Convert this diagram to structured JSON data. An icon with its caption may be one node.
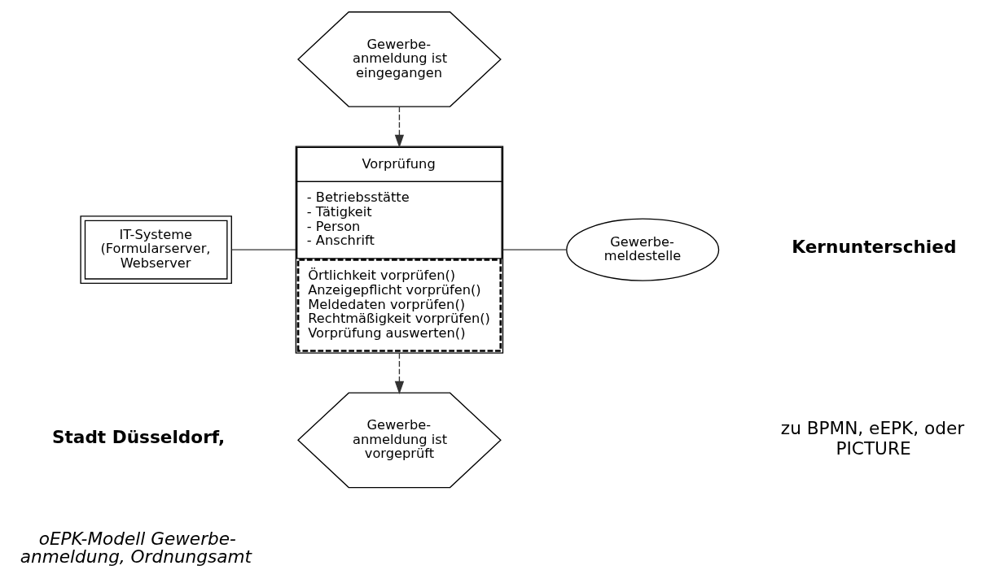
{
  "diagram": {
    "nodes": [
      {
        "text": [
          "Gewerbe- anmeldung ist eingegangen"
        ]
      },
      {
        "text": [
          "IT-Systeme (Formularserver, Webserver"
        ]
      },
      {
        "text": [
          "Vorprüfung",
          "- Betriebsstätte",
          "- Tätigkeit",
          "- Person",
          "- Anschrift",
          "Örtlichkeit vorprüfen()",
          "Anzeigepflicht vorprüfen()",
          "Meldedaten vorprüfen()",
          "Rechtmäßigkeit vorprüfen()",
          "Vorprüfung auswerten()"
        ]
      },
      {
        "text": [
          "Gewerbe- meldestelle"
        ]
      },
      {
        "text": [
          "Gewerbe- anmeldung ist vorgeprüft"
        ]
      }
    ],
    "edges": [
      {
        "from": 0,
        "to": 2,
        "arrow": "to",
        "style": "dashed"
      },
      {
        "from": 1,
        "to": 2,
        "arrow": "none"
      },
      {
        "from": 2,
        "to": 3,
        "arrow": "none"
      },
      {
        "from": 2,
        "to": 4,
        "arrow": "to",
        "style": "dashed"
      }
    ],
    "labels": [
      "Kernunterschied",
      "zu BPMN, eEPK, oder PICTURE",
      "Stadt Düsseldorf,",
      "oEPK-Modell Gewerbe- anmeldung, Ordnungsamt"
    ]
  }
}
